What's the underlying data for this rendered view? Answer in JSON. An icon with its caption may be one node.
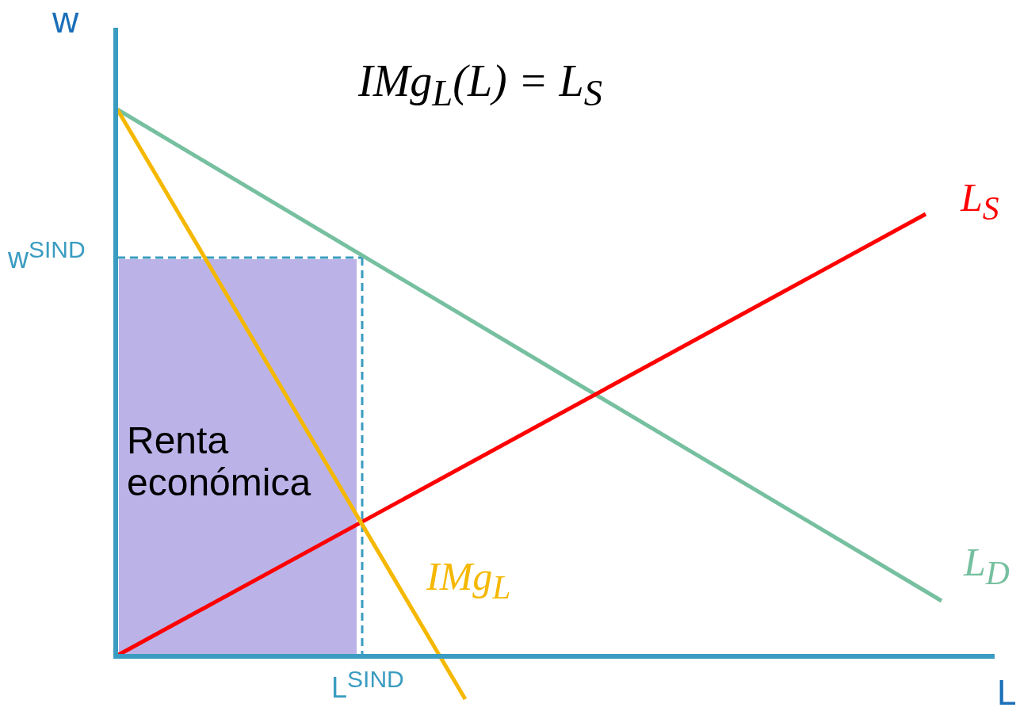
{
  "diagram": {
    "labels": [
      "w",
      "IMg$_{L}$(L) = L$_{S}$",
      "L$_{S}$",
      "w$^{SIND}$",
      "Renta económica",
      "IMg$_{L}$",
      "L$_{D}$",
      "L$^{SIND}$",
      "L"
    ]
  }
}
